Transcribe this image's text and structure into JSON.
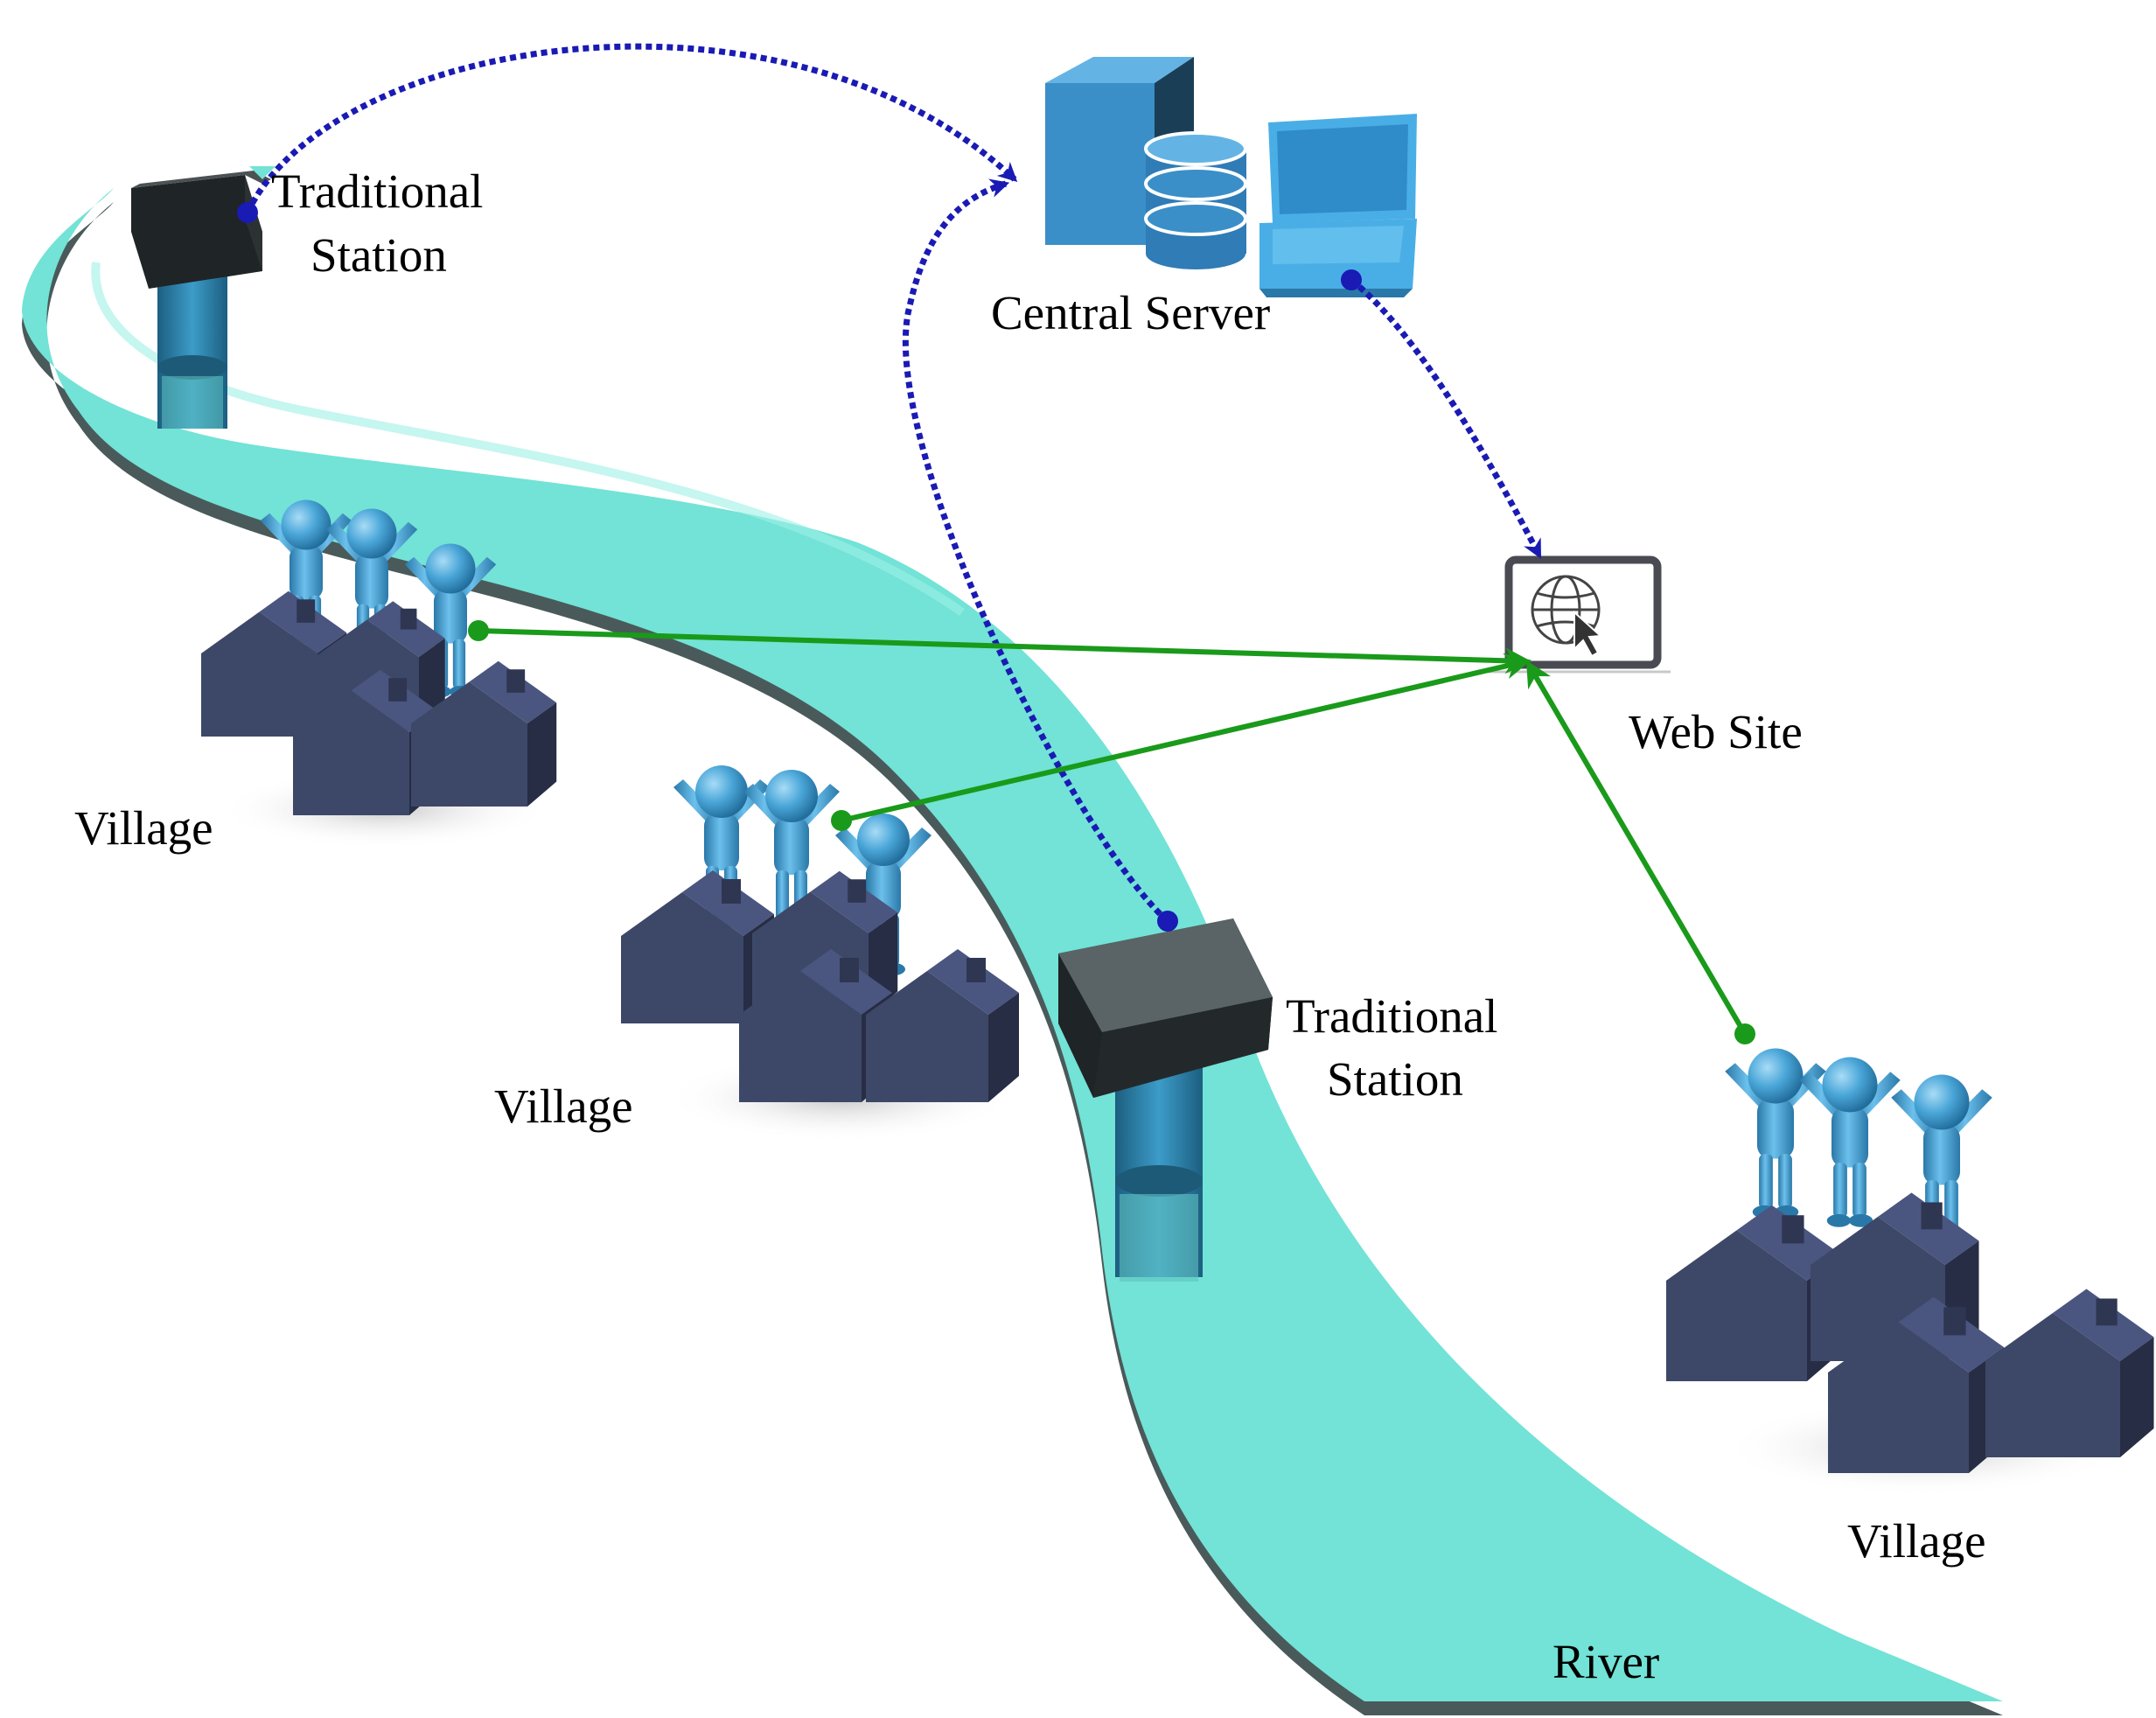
{
  "labels": {
    "station_top_line1": "Traditional",
    "station_top_line2": "Station",
    "central_server": "Central Server",
    "web_site": "Web Site",
    "village_left": "Village",
    "village_middle": "Village",
    "station_mid_line1": "Traditional",
    "station_mid_line2": "Station",
    "village_right": "Village",
    "river": "River"
  },
  "colors": {
    "river": "#72e3d6",
    "river_shadow": "#4a5a5a",
    "house": "#3d4868",
    "house_dark": "#262d44",
    "person": "#4aa6d8",
    "person_dark": "#2a78a8",
    "station_box": "#3e4446",
    "station_pole": "#2a7fa6",
    "server": "#3a8fc8",
    "laptop": "#4aaee6",
    "data_link": "#1a1ab4",
    "report_link": "#1a9a1a",
    "monitor": "#4a4a52"
  },
  "icons": {
    "globe": "globe-icon",
    "cursor": "cursor-icon"
  }
}
